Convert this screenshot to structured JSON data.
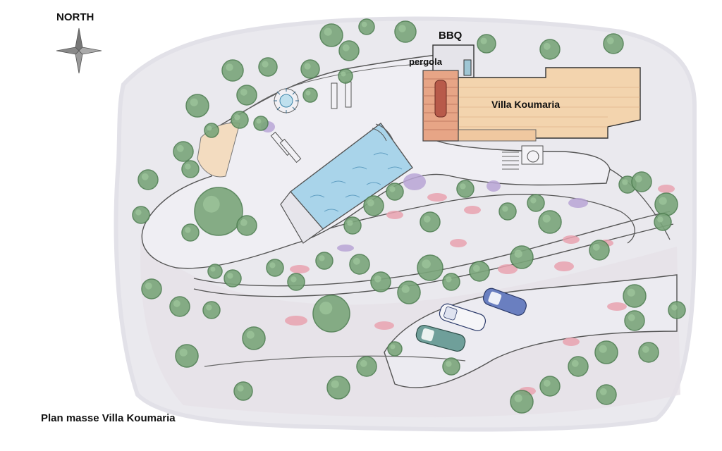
{
  "labels": {
    "north": "NORTH",
    "bbq": "BBQ",
    "pergola": "pergola",
    "villa": "Villa Koumaria",
    "caption": "Plan masse Villa Koumaria"
  },
  "colors": {
    "background": "#ffffff",
    "paper": "#eae9ee",
    "tree": "#7aa57a",
    "tree_dark": "#4f7f52",
    "pool": "#a9d4ea",
    "house_roof": "#f3d4ae",
    "pergola": "#e7a586",
    "lavender": "#b9a6d6",
    "flowers": "#e9a3b0",
    "car_blue": "#6a7fc0",
    "car_teal": "#6f9f9a"
  },
  "icons": [
    "compass-rose-icon",
    "fountain-icon",
    "tree-icon",
    "car-icon",
    "sun-lounger-icon"
  ]
}
